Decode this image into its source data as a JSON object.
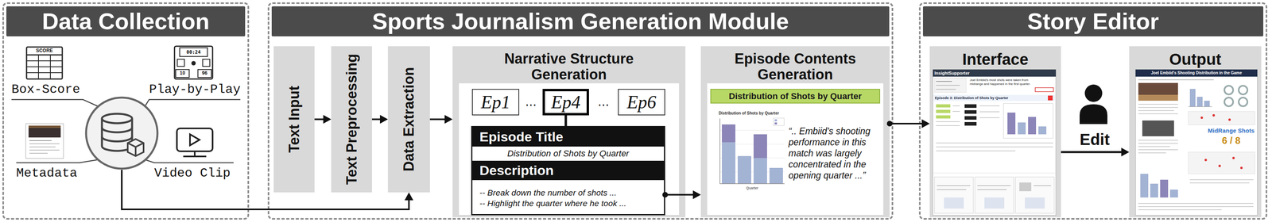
{
  "diagram": {
    "nodes": [
      {
        "text": [
          "Data Collection"
        ]
      },
      {
        "text": [
          "Sports Journalism Generation Module"
        ]
      },
      {
        "text": [
          "Text Input"
        ],
        "in": 1
      },
      {
        "text": [
          "Text Preprocessing"
        ],
        "in": 1
      },
      {
        "text": [
          "Data Extraction"
        ],
        "in": 1
      },
      {
        "text": [
          "Narrative Structure Generation"
        ],
        "in": 1
      },
      {
        "text": [
          "Ep1"
        ],
        "in": 5
      },
      {
        "text": [
          "Ep4"
        ],
        "in": 5
      },
      {
        "text": [
          "Ep6"
        ],
        "in": 5
      },
      {
        "text": [
          "Episode Title",
          "Distribution of Shots by Quarter"
        ],
        "in": 5
      },
      {
        "text": [
          "Description",
          "-- Break down the number of shots ...",
          "-- Highlight the quarter where he took ..."
        ],
        "in": 5
      },
      {
        "text": [
          "Episode Contents Generation"
        ],
        "in": 1
      },
      {
        "text": [
          "Distribution of Shots by Quarter"
        ],
        "in": 11
      },
      {
        "text": [
          "Story Editor"
        ]
      },
      {
        "text": [
          "Interface"
        ],
        "in": 13
      },
      {
        "text": [
          "Output"
        ],
        "in": 13
      }
    ],
    "edges": [
      {
        "from": 2,
        "to": 3,
        "arrow": "to"
      },
      {
        "from": 3,
        "to": 4,
        "arrow": "to"
      },
      {
        "from": 4,
        "to": 5,
        "arrow": "to"
      },
      {
        "from": 0,
        "to": 4,
        "arrow": "to"
      },
      {
        "from": 7,
        "to": 9,
        "arrow": "none"
      },
      {
        "from": 10,
        "to": 11,
        "arrow": "to"
      },
      {
        "from": 11,
        "to": 14,
        "arrow": "to"
      },
      {
        "from": 14,
        "to": 15,
        "label": "Edit",
        "arrow": "to"
      }
    ],
    "labels": [
      "SCORE",
      "00:24",
      "10",
      "96",
      "Box-Score",
      "Play-by-Play",
      "Metadata",
      "Video Clip",
      "...",
      "...",
      "Distribution of Shots by Quarter",
      "Quarter",
      "“.. Embiid's shooting performance in this match was largely concentrated in the opening quarter ...”",
      "InsightSupporter",
      "Joel Embiid's most shots were taken from midrange and happened in the first quarter.",
      "Episode 3: Distribution of Shots by Quarter",
      "Joel Embiid's Shooting Distribution in the Game",
      "MidRange Shots",
      "6 / 8"
    ]
  }
}
